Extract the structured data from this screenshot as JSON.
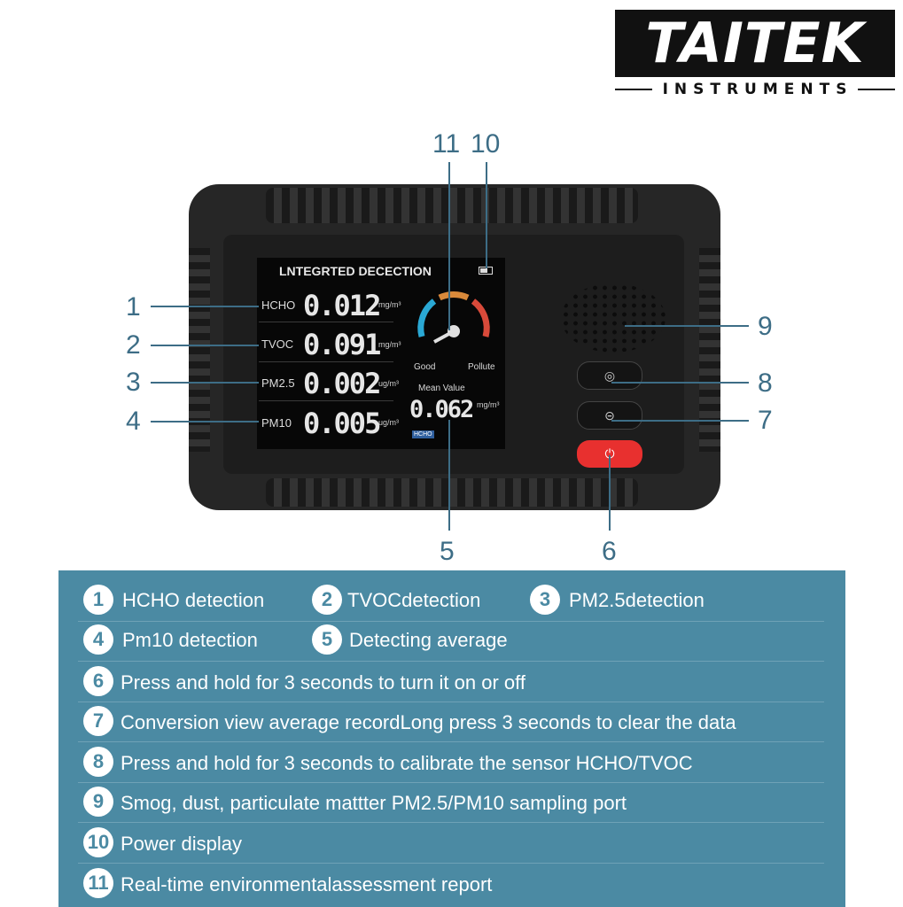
{
  "logo": {
    "brand": "TAITEK",
    "sub": "INSTRUMENTS"
  },
  "callouts": {
    "n1": "1",
    "n2": "2",
    "n3": "3",
    "n4": "4",
    "n5": "5",
    "n6": "6",
    "n7": "7",
    "n8": "8",
    "n9": "9",
    "n10": "10",
    "n11": "11"
  },
  "screen": {
    "title": "LNTEGRTED DECECTION",
    "rows": [
      {
        "label": "HCHO",
        "value": "0.012",
        "unit": "mg/m³"
      },
      {
        "label": "TVOC",
        "value": "0.091",
        "unit": "mg/m³"
      },
      {
        "label": "PM2.5",
        "value": "0.002",
        "unit": "ug/m³"
      },
      {
        "label": "PM10",
        "value": "0.005",
        "unit": "ug/m³"
      }
    ],
    "gauge": {
      "good": "Good",
      "pollute": "Pollute"
    },
    "mean": {
      "label": "Mean Value",
      "value": "0.062",
      "unit": "mg/m³",
      "tag": "HCHO"
    }
  },
  "buttons": {
    "calibrate": "◎",
    "convert": "⊝",
    "power": "⏻"
  },
  "legend": {
    "r1": [
      {
        "n": "1",
        "text": "HCHO detection"
      },
      {
        "n": "2",
        "text": "TVOCdetection"
      },
      {
        "n": "3",
        "text": "PM2.5detection"
      }
    ],
    "r2": [
      {
        "n": "4",
        "text": "Pm10 detection"
      },
      {
        "n": "5",
        "text": "Detecting average"
      }
    ],
    "r3": {
      "n": "6",
      "text": "Press and hold for 3 seconds to turn it on or off"
    },
    "r4": {
      "n": "7",
      "text": "Conversion view average recordLong press 3 seconds to clear the data"
    },
    "r5": {
      "n": "8",
      "text": "Press and hold for 3 seconds to calibrate the sensor HCHO/TVOC"
    },
    "r6": {
      "n": "9",
      "text": "Smog, dust, particulate mattter PM2.5/PM10 sampling port"
    },
    "r7": {
      "n": "10",
      "text": "Power display"
    },
    "r8": {
      "n": "11",
      "text": "Real-time environmentalassessment report"
    }
  },
  "colors": {
    "panel": "#4b8aa3",
    "callout": "#3d6d86",
    "power": "#e8302f"
  }
}
